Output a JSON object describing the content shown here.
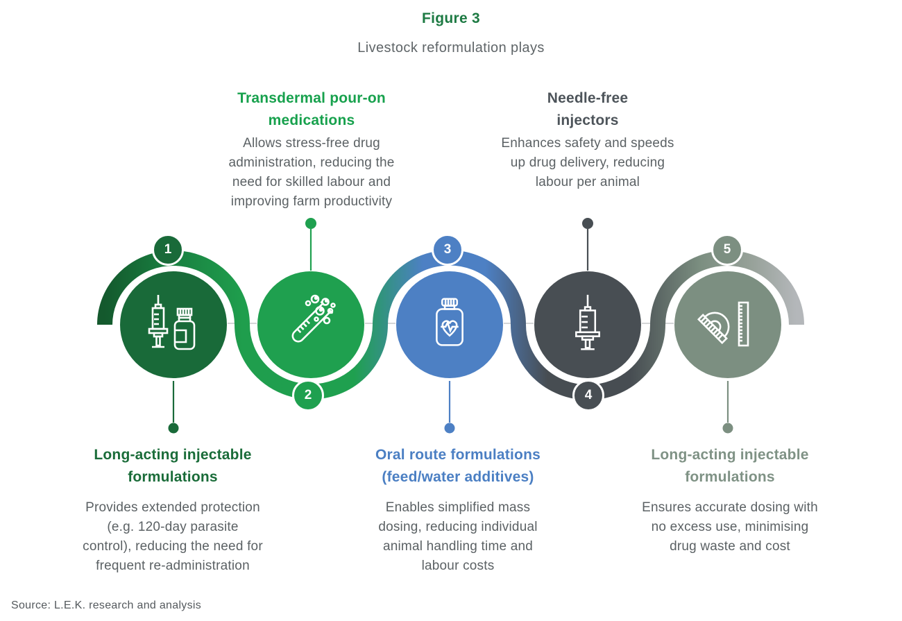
{
  "figure": {
    "label": "Figure 3",
    "title": "Livestock reformulation plays"
  },
  "source": "Source: L.E.K. research and analysis",
  "colors": {
    "figure_label_green": "#1d7a43",
    "step1_dark_green": "#196a39",
    "step2_green": "#1fa04f",
    "step3_blue": "#4d80c4",
    "step4_slate": "#484e53",
    "step5_sage": "#7c8f81",
    "body_text_gray": "#5b6164",
    "band_end_gray": "#b4b7ba"
  },
  "steps": [
    {
      "number": "1",
      "icon": "syringe-and-bottle-icon",
      "color": "#196a39",
      "label_position": "bottom",
      "title": "Long-acting injectable\nformulations",
      "description": "Provides extended protection\n(e.g. 120-day parasite\ncontrol), reducing the need for\nfrequent re-administration"
    },
    {
      "number": "2",
      "icon": "test-tube-bubbles-icon",
      "color": "#1fa04f",
      "label_position": "top",
      "title": "Transdermal pour-on\nmedications",
      "description": "Allows stress-free drug\nadministration, reducing the\nneed for skilled labour and\nimproving farm productivity"
    },
    {
      "number": "3",
      "icon": "medicine-bottle-heart-icon",
      "color": "#4d80c4",
      "label_position": "bottom",
      "title": "Oral route formulations\n(feed/water additives)",
      "description": "Enables simplified mass\ndosing, reducing individual\nanimal handling time and\nlabour costs"
    },
    {
      "number": "4",
      "icon": "syringe-icon",
      "color": "#484e53",
      "label_position": "top",
      "title": "Needle-free\ninjectors",
      "description": "Enhances safety and speeds\nup drug delivery, reducing\nlabour per animal"
    },
    {
      "number": "5",
      "icon": "protractor-ruler-icon",
      "color": "#7c8f81",
      "label_position": "bottom",
      "title": "Long-acting injectable\nformulations",
      "description": "Ensures accurate dosing with\nno excess use, minimising\ndrug waste and cost"
    }
  ]
}
